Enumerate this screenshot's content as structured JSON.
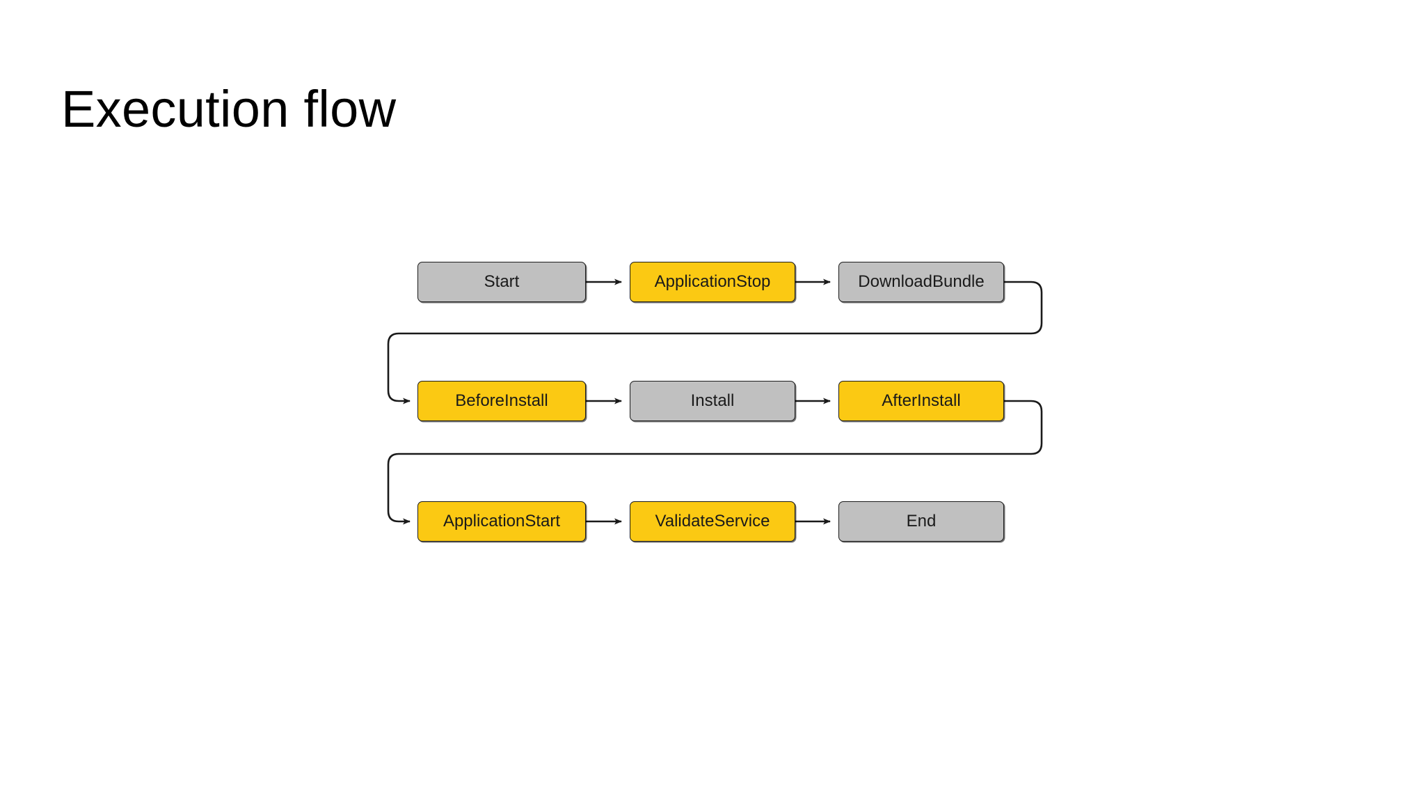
{
  "slide": {
    "title": "Execution flow",
    "background": "#ffffff"
  },
  "colors": {
    "node_gray": "#c0c0c0",
    "node_yellow": "#fbc913",
    "node_border": "#1a1a1a",
    "connector": "#1a1a1a",
    "text": "#1a1a1a",
    "title_text": "#000000"
  },
  "diagram": {
    "type": "flowchart",
    "orientation": "left-to-right, wrapping to next row",
    "rows": [
      {
        "row_index": 1,
        "nodes": [
          {
            "id": "start",
            "label": "Start",
            "style": "gray"
          },
          {
            "id": "applicationstop",
            "label": "ApplicationStop",
            "style": "yellow"
          },
          {
            "id": "downloadbundle",
            "label": "DownloadBundle",
            "style": "gray"
          }
        ]
      },
      {
        "row_index": 2,
        "nodes": [
          {
            "id": "beforeinstall",
            "label": "BeforeInstall",
            "style": "yellow"
          },
          {
            "id": "install",
            "label": "Install",
            "style": "gray"
          },
          {
            "id": "afterinstall",
            "label": "AfterInstall",
            "style": "yellow"
          }
        ]
      },
      {
        "row_index": 3,
        "nodes": [
          {
            "id": "applicationstart",
            "label": "ApplicationStart",
            "style": "yellow"
          },
          {
            "id": "validateservice",
            "label": "ValidateService",
            "style": "yellow"
          },
          {
            "id": "end",
            "label": "End",
            "style": "gray"
          }
        ]
      }
    ],
    "edges": [
      {
        "from": "start",
        "to": "applicationstop",
        "kind": "straight"
      },
      {
        "from": "applicationstop",
        "to": "downloadbundle",
        "kind": "straight"
      },
      {
        "from": "downloadbundle",
        "to": "beforeinstall",
        "kind": "wrap"
      },
      {
        "from": "beforeinstall",
        "to": "install",
        "kind": "straight"
      },
      {
        "from": "install",
        "to": "afterinstall",
        "kind": "straight"
      },
      {
        "from": "afterinstall",
        "to": "applicationstart",
        "kind": "wrap"
      },
      {
        "from": "applicationstart",
        "to": "validateservice",
        "kind": "straight"
      },
      {
        "from": "validateservice",
        "to": "end",
        "kind": "straight"
      }
    ]
  }
}
